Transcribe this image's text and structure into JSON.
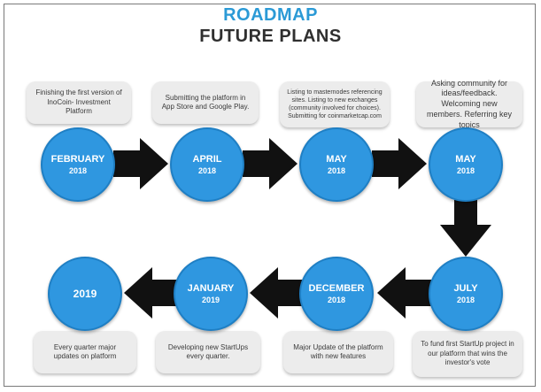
{
  "title_line1": "ROADMAP",
  "title_line2": "FUTURE PLANS",
  "milestones": [
    {
      "month": "FEBRUARY",
      "year": "2018",
      "text": "Finishing the first version of InoCoin- Investment Platform"
    },
    {
      "month": "APRIL",
      "year": "2018",
      "text": "Submitting the platform in App Store and Google Play."
    },
    {
      "month": "MAY",
      "year": "2018",
      "text": "Listing to masternodes referencing sites. Listing to new exchanges (community involved for choices). Submitting for coinmarketcap.com"
    },
    {
      "month": "MAY",
      "year": "2018",
      "text": "Asking community for ideas/feedback. Welcoming new members. Referring key topics"
    },
    {
      "month": "JULY",
      "year": "2018",
      "text": "To fund first StartUp project in our platform that wins the investor's vote"
    },
    {
      "month": "DECEMBER",
      "year": "2018",
      "text": "Major Update of the platform with new features"
    },
    {
      "month": "JANUARY",
      "year": "2019",
      "text": "Developing new StartUps every quarter."
    },
    {
      "month": "2019",
      "year": "",
      "text": "Every quarter major updates on platform"
    }
  ],
  "colors": {
    "circle": "#2f97e0",
    "title_accent": "#2b9ad6",
    "arrow": "#111111",
    "box": "#ececec"
  }
}
